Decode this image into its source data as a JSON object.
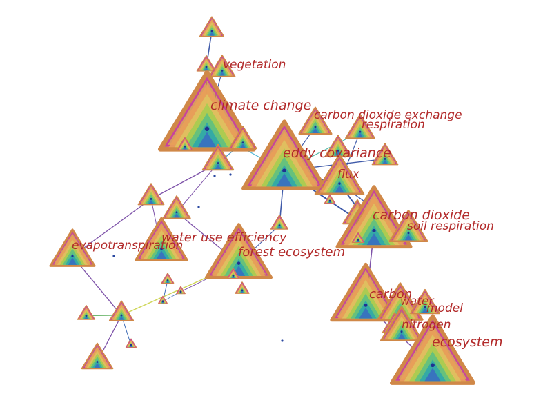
{
  "colors": {
    "label": "#b22a2a",
    "outer_border": "#d08848",
    "inner_border": "#c8449c",
    "ring_colors": [
      "#e8a058",
      "#e0c060",
      "#a8cc50",
      "#60c080",
      "#30a8a8",
      "#3870c0"
    ],
    "center_dot": "#203090"
  },
  "labels": [
    {
      "id": "vegetation",
      "text": "vegetation"
    },
    {
      "id": "climate-change",
      "text": "climate change"
    },
    {
      "id": "carbon-dioxide-exchange",
      "text": "carbon dioxide exchange"
    },
    {
      "id": "respiration",
      "text": "respiration"
    },
    {
      "id": "eddy-covariance",
      "text": "eddy covariance"
    },
    {
      "id": "flux",
      "text": "flux"
    },
    {
      "id": "carbon-dioxide",
      "text": "carbon dioxide"
    },
    {
      "id": "soil-respiration",
      "text": "soil respiration"
    },
    {
      "id": "water-use-efficiency",
      "text": "water use efficiency"
    },
    {
      "id": "evapotranspiration",
      "text": "evapotranspiration"
    },
    {
      "id": "forest-ecosystem",
      "text": "forest ecosystem"
    },
    {
      "id": "carbon",
      "text": "carbon"
    },
    {
      "id": "water",
      "text": "water"
    },
    {
      "id": "model",
      "text": "model"
    },
    {
      "id": "nitrogen",
      "text": "nitrogen"
    },
    {
      "id": "ecosystem",
      "text": "ecosystem"
    }
  ]
}
